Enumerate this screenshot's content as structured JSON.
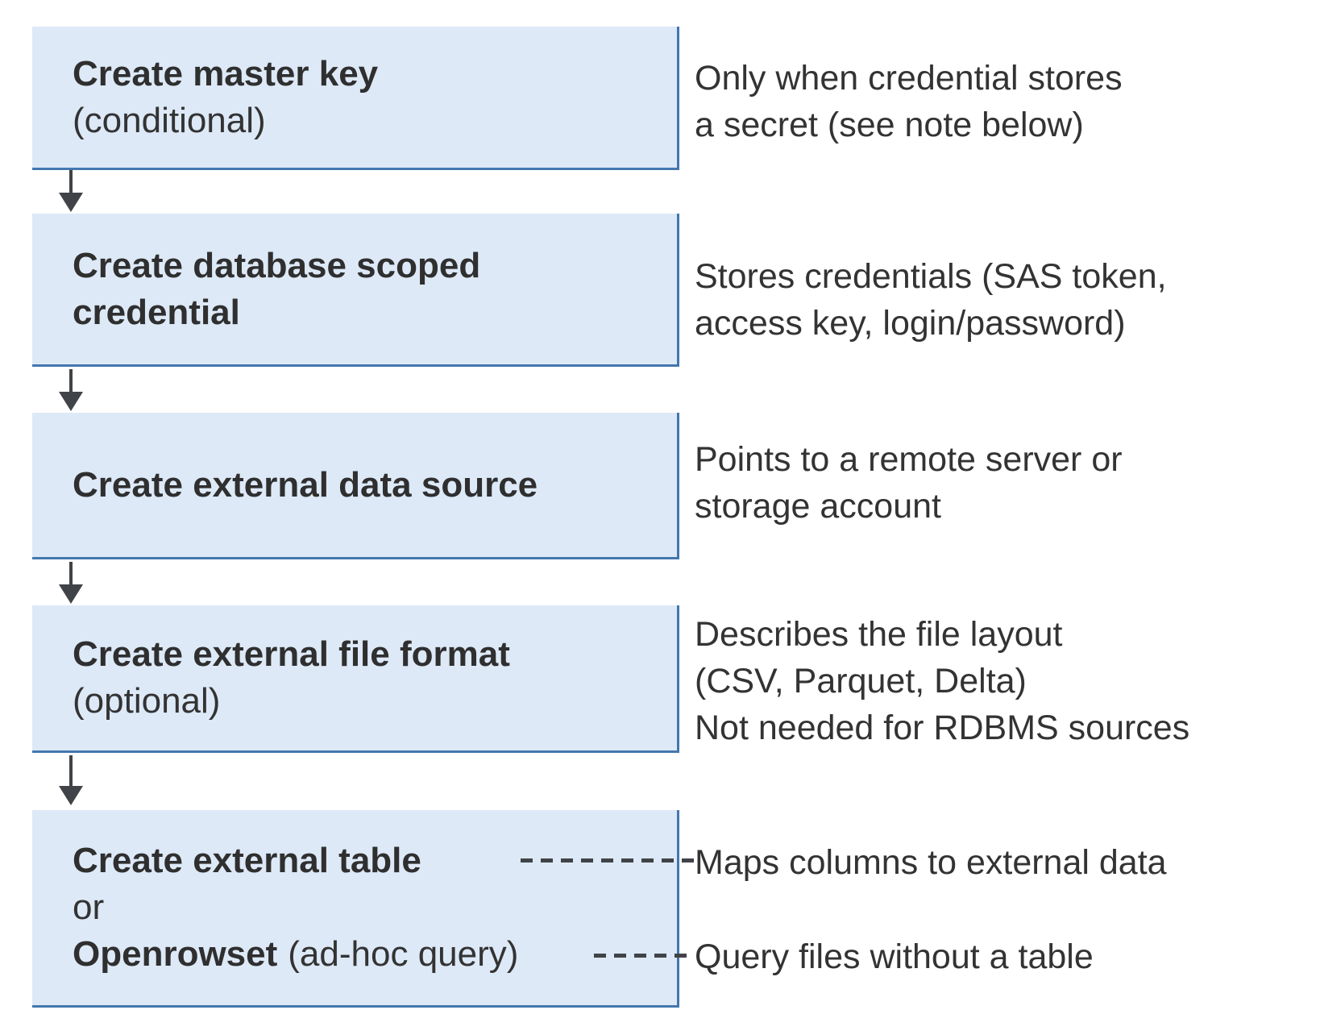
{
  "colors": {
    "box_fill": "#dde9f7",
    "box_border": "#4377ae",
    "connector": "#404347",
    "text": "#333333"
  },
  "steps": [
    {
      "title": "Create master key",
      "qualifier": "(conditional)",
      "note": "Only when credential stores\na secret (see note below)"
    },
    {
      "title": "Create database scoped\ncredential",
      "note": "Stores credentials (SAS token,\naccess key, login/password)"
    },
    {
      "title": "Create external data source",
      "note": "Points to a remote server or\nstorage account"
    },
    {
      "title": "Create external file format",
      "qualifier": "(optional)",
      "note": "Describes the file layout\n(CSV, Parquet, Delta)\nNot needed for RDBMS sources"
    },
    {
      "title": "Create external table",
      "alt_separator": "or",
      "alt_title": "Openrowset",
      "alt_qualifier": "(ad-hoc query)",
      "note_table": "Maps columns to external data",
      "note_openrowset": "Query files without a table"
    }
  ]
}
